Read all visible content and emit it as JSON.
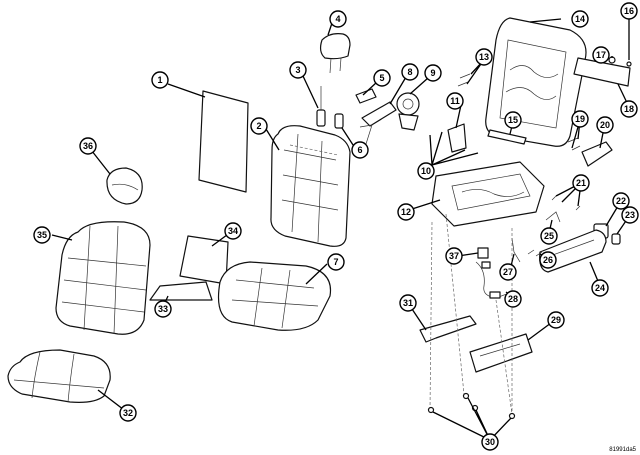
{
  "figure_ref": "81991da5",
  "callouts": [
    {
      "id": "c1",
      "label": "1"
    },
    {
      "id": "c2",
      "label": "2"
    },
    {
      "id": "c3",
      "label": "3"
    },
    {
      "id": "c4",
      "label": "4"
    },
    {
      "id": "c5",
      "label": "5"
    },
    {
      "id": "c6",
      "label": "6"
    },
    {
      "id": "c7",
      "label": "7"
    },
    {
      "id": "c8",
      "label": "8"
    },
    {
      "id": "c9",
      "label": "9"
    },
    {
      "id": "c10",
      "label": "10"
    },
    {
      "id": "c11",
      "label": "11"
    },
    {
      "id": "c12",
      "label": "12"
    },
    {
      "id": "c13",
      "label": "13"
    },
    {
      "id": "c14",
      "label": "14"
    },
    {
      "id": "c15",
      "label": "15"
    },
    {
      "id": "c16",
      "label": "16"
    },
    {
      "id": "c17",
      "label": "17"
    },
    {
      "id": "c18",
      "label": "18"
    },
    {
      "id": "c19",
      "label": "19"
    },
    {
      "id": "c20",
      "label": "20"
    },
    {
      "id": "c21",
      "label": "21"
    },
    {
      "id": "c22",
      "label": "22"
    },
    {
      "id": "c23",
      "label": "23"
    },
    {
      "id": "c24",
      "label": "24"
    },
    {
      "id": "c25",
      "label": "25"
    },
    {
      "id": "c26",
      "label": "26"
    },
    {
      "id": "c27",
      "label": "27"
    },
    {
      "id": "c28",
      "label": "28"
    },
    {
      "id": "c29",
      "label": "29"
    },
    {
      "id": "c30",
      "label": "30"
    },
    {
      "id": "c31",
      "label": "31"
    },
    {
      "id": "c32",
      "label": "32"
    },
    {
      "id": "c33",
      "label": "33"
    },
    {
      "id": "c34",
      "label": "34"
    },
    {
      "id": "c35",
      "label": "35"
    },
    {
      "id": "c36",
      "label": "36"
    },
    {
      "id": "c37",
      "label": "37"
    }
  ]
}
